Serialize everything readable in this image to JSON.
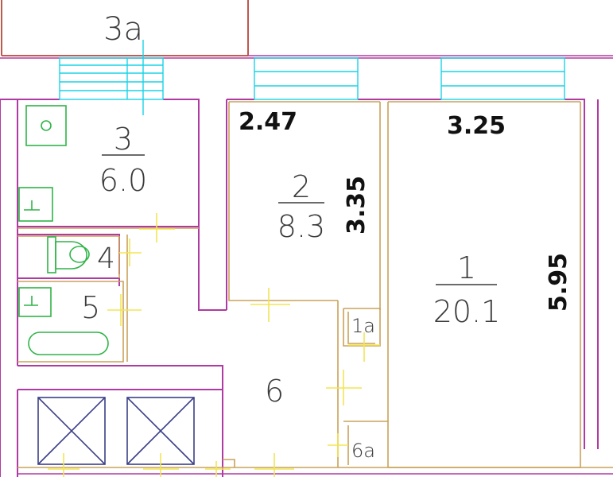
{
  "rooms": {
    "r3a": {
      "label": "3a"
    },
    "r3": {
      "number": "3",
      "area": "6.0"
    },
    "r2": {
      "number": "2",
      "area": "8.3"
    },
    "r1": {
      "number": "1",
      "area": "20.1"
    },
    "r4": {
      "number": "4"
    },
    "r5": {
      "number": "5"
    },
    "r6": {
      "number": "6"
    },
    "r1a": {
      "label": "1a"
    },
    "r6a": {
      "label": "6a"
    }
  },
  "dimensions": {
    "room2_width": "2.47",
    "room1_width": "3.25",
    "room2_length": "3.35",
    "room1_length": "5.95"
  },
  "colors": {
    "walls": "#b03aa3",
    "windows": "#19d3e6",
    "fixtures": "#2fb447",
    "doors": "#f2e552"
  }
}
